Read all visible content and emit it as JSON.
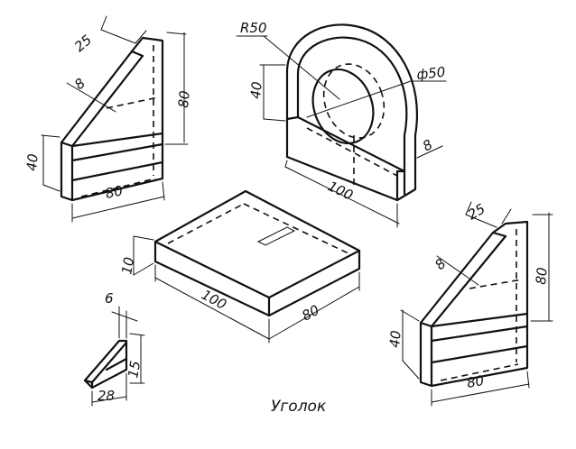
{
  "caption": "Уголок",
  "part_left_top": {
    "dim_top": "25",
    "dim_thickness": "8",
    "dim_height": "80",
    "dim_base_height": "40",
    "dim_base_width": "80"
  },
  "part_bracket": {
    "dim_radius": "R50",
    "dim_hole": "ф50",
    "dim_height": "40",
    "dim_thickness": "8",
    "dim_width": "100"
  },
  "part_plate": {
    "dim_height": "10",
    "dim_length": "100",
    "dim_width": "80"
  },
  "part_left_small": {
    "dim_thickness": "6",
    "dim_height": "15",
    "dim_width": "28"
  },
  "part_right": {
    "dim_top": "25",
    "dim_thickness": "8",
    "dim_height": "80",
    "dim_base_height": "40",
    "dim_base_width": "80"
  }
}
